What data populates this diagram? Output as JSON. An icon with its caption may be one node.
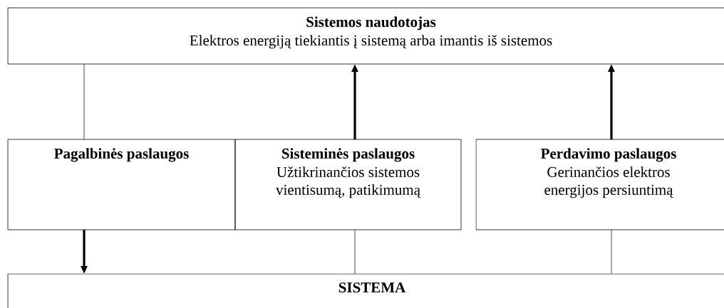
{
  "diagram": {
    "nodes": [
      {
        "text": [
          "Sistemos naudotojas",
          "Elektros energiją tiekiantis į sistemą arba imantis iš sistemos"
        ]
      },
      {
        "text": [
          "Pagalbinės paslaugos"
        ]
      },
      {
        "text": [
          "Sisteminės paslaugos",
          "Užtikrinančios sistemos vientisumą, patikimumą"
        ]
      },
      {
        "text": [
          "Perdavimo paslaugos",
          "Gerinančios elektros energijos persiuntimą"
        ]
      },
      {
        "text": [
          "SISTEMA"
        ]
      }
    ],
    "edges": [
      {
        "from": 1,
        "to": 0,
        "arrow": "none"
      },
      {
        "from": 2,
        "to": 0,
        "arrow": "to",
        "style": "thick"
      },
      {
        "from": 3,
        "to": 0,
        "arrow": "to",
        "style": "thick"
      },
      {
        "from": 1,
        "to": 4,
        "arrow": "to",
        "style": "thick"
      },
      {
        "from": 2,
        "to": 4,
        "arrow": "none"
      },
      {
        "from": 3,
        "to": 4,
        "arrow": "none"
      }
    ]
  }
}
